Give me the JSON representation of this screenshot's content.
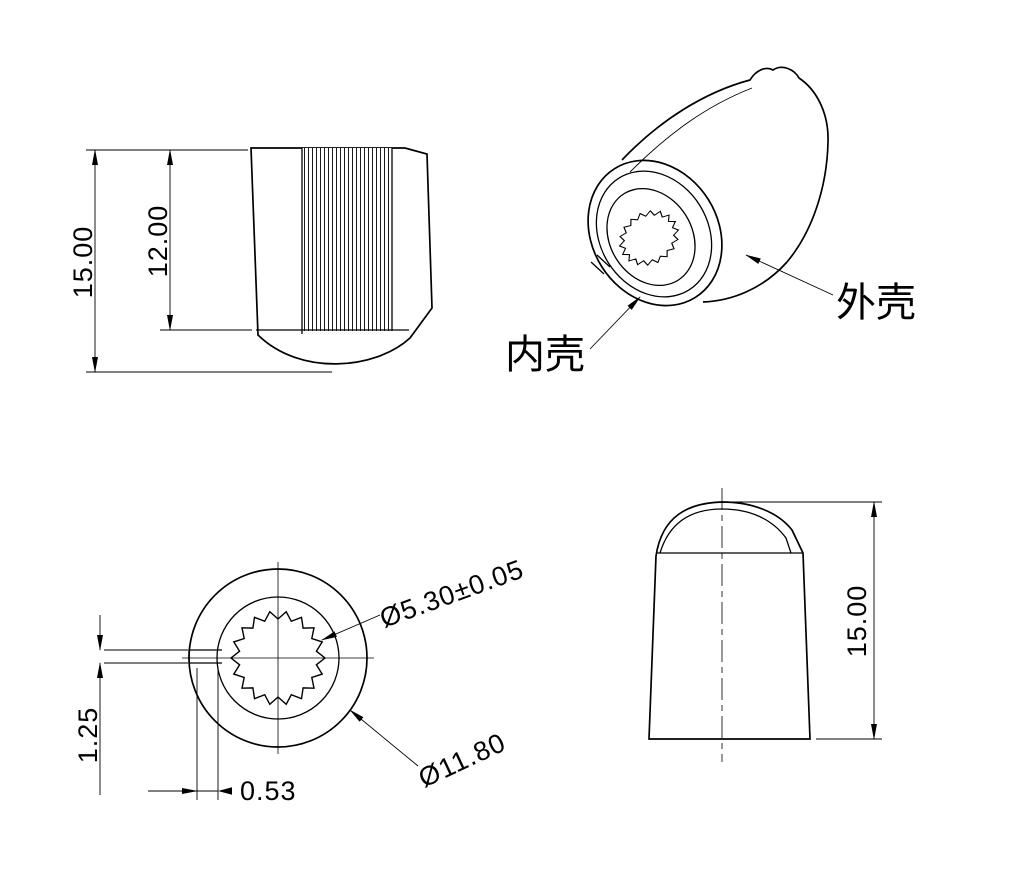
{
  "meta": {
    "background_color": "#ffffff",
    "line_color": "#000000",
    "drawing_type": "knob-cap-technical-drawing"
  },
  "views": {
    "section": {
      "dim_total_height": "15.00",
      "dim_inner_depth": "12.00"
    },
    "isometric": {
      "label_inner_shell": "内壳",
      "label_outer_shell": "外壳"
    },
    "top": {
      "dim_spline_hole": "Ø5.30±0.05",
      "dim_outer_diameter": "Ø11.80",
      "dim_slot_height": "1.25",
      "dim_slot_width": "0.53"
    },
    "side": {
      "dim_total_height": "15.00"
    }
  }
}
